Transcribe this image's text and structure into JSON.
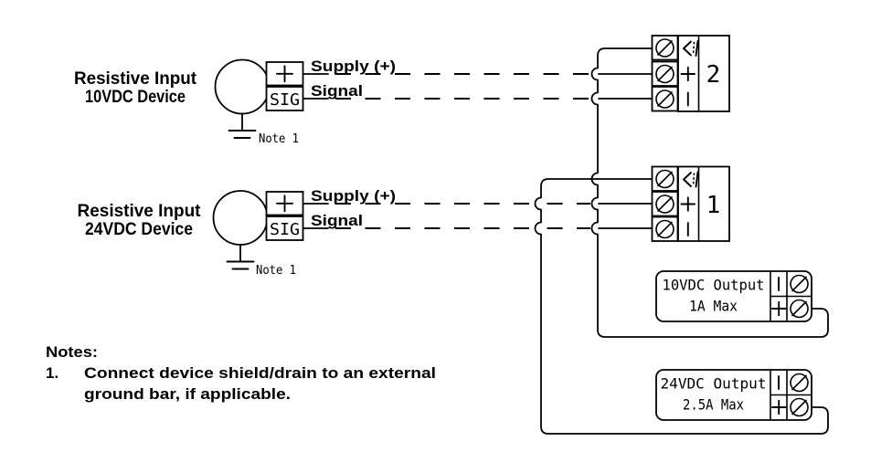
{
  "colors": {
    "ink": "#000000",
    "background": "#ffffff"
  },
  "devices": [
    {
      "title_line1": "Resistive Input",
      "title_line2": "10VDC Device",
      "terminal_plus": "+",
      "terminal_sig": "SIG",
      "supply_label": "Supply (+)",
      "signal_label": "Signal",
      "ground_note": "Note 1"
    },
    {
      "title_line1": "Resistive Input",
      "title_line2": "24VDC Device",
      "terminal_plus": "+",
      "terminal_sig": "SIG",
      "supply_label": "Supply (+)",
      "signal_label": "Signal",
      "ground_note": "Note 1"
    }
  ],
  "terminal_blocks": [
    {
      "number": "2",
      "terminal_symbols": [
        "shield",
        "+",
        "−"
      ]
    },
    {
      "number": "1",
      "terminal_symbols": [
        "shield",
        "+",
        "−"
      ]
    }
  ],
  "outputs": [
    {
      "line1": "10VDC Output",
      "line2": "1A Max",
      "terminal_symbols": [
        "−",
        "+"
      ]
    },
    {
      "line1": "24VDC Output",
      "line2": "2.5A Max",
      "terminal_symbols": [
        "−",
        "+"
      ]
    }
  ],
  "notes": {
    "title": "Notes:",
    "items": [
      {
        "number": "1.",
        "line1": "Connect device shield/drain to an external",
        "line2": "ground bar, if applicable."
      }
    ]
  }
}
